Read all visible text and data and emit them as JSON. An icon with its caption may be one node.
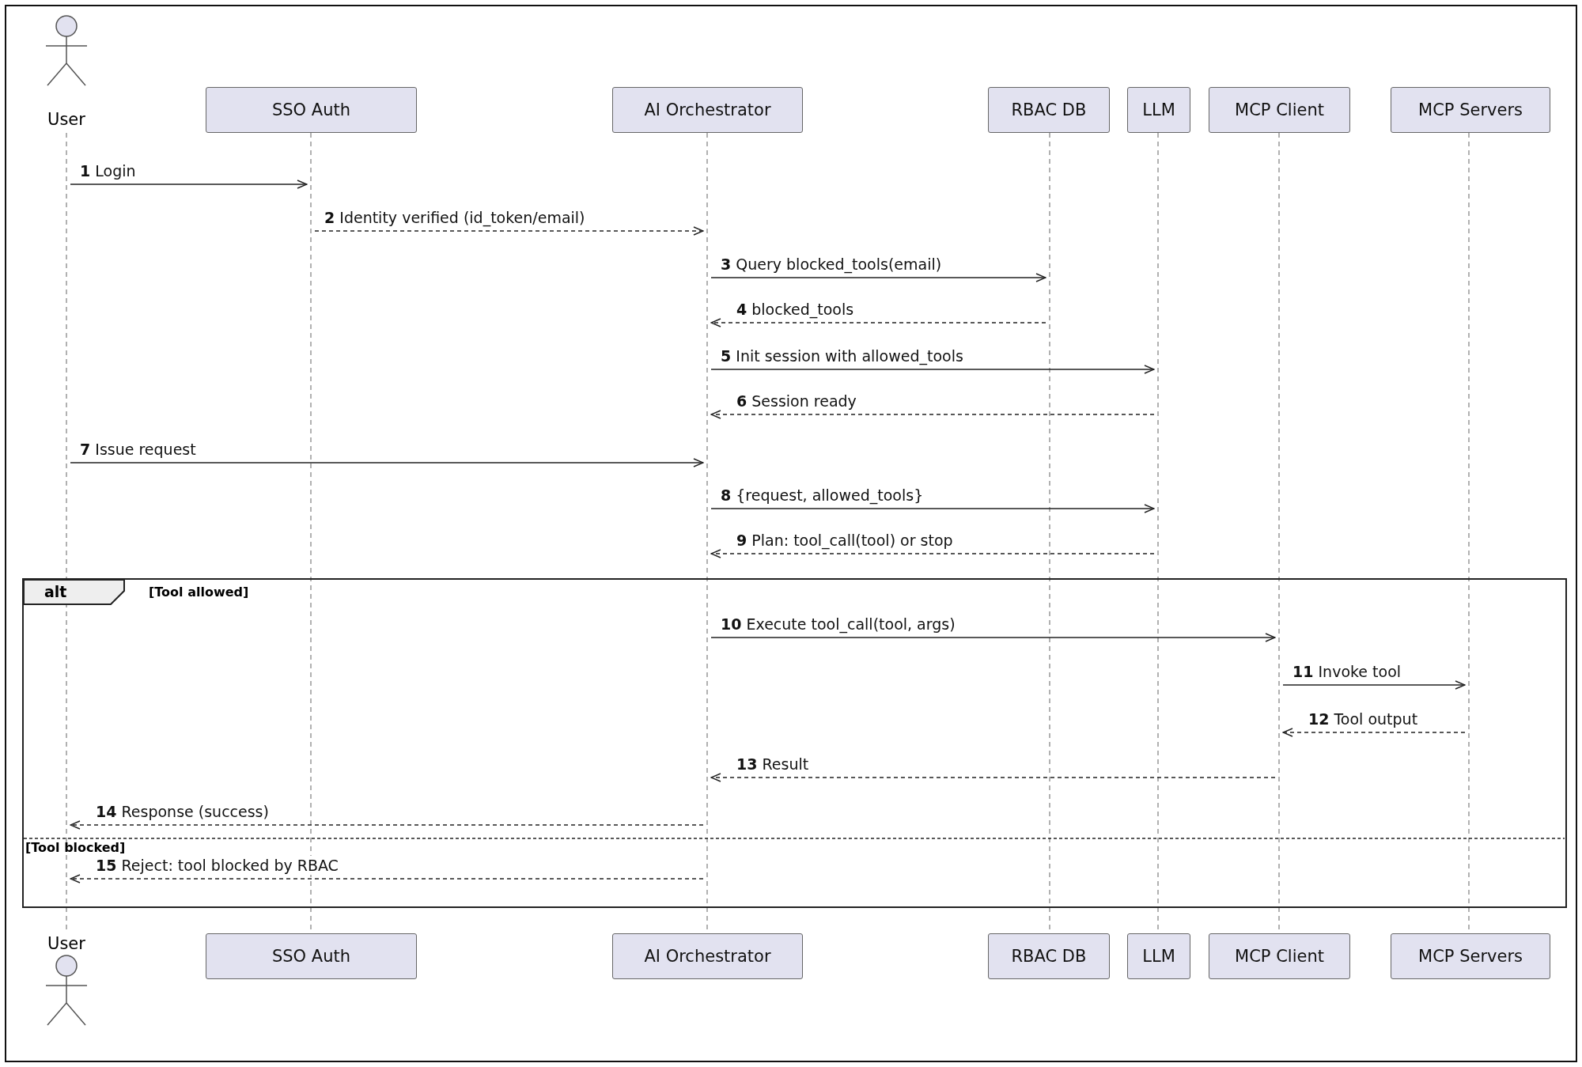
{
  "diagram": {
    "nodes": [
      {
        "text": [
          "User"
        ]
      },
      {
        "text": [
          "SSO Auth"
        ]
      },
      {
        "text": [
          "AI Orchestrator"
        ]
      },
      {
        "text": [
          "RBAC DB"
        ]
      },
      {
        "text": [
          "LLM"
        ]
      },
      {
        "text": [
          "MCP Client"
        ]
      },
      {
        "text": [
          "MCP Servers"
        ]
      },
      {
        "text": [
          "User"
        ]
      },
      {
        "text": [
          "SSO Auth"
        ]
      },
      {
        "text": [
          "AI Orchestrator"
        ]
      },
      {
        "text": [
          "RBAC DB"
        ]
      },
      {
        "text": [
          "LLM"
        ]
      },
      {
        "text": [
          "MCP Client"
        ]
      },
      {
        "text": [
          "MCP Servers"
        ]
      },
      {
        "text": [],
        "shape": "line"
      },
      {
        "text": [],
        "shape": "line"
      },
      {
        "text": [],
        "shape": "line"
      },
      {
        "text": [],
        "shape": "line"
      },
      {
        "text": [],
        "shape": "line"
      },
      {
        "text": [],
        "shape": "line"
      },
      {
        "text": [],
        "shape": "line"
      }
    ],
    "edges": [
      {
        "from": 14,
        "to": 15,
        "arrow": "to",
        "label": "**1** Login"
      },
      {
        "from": 15,
        "to": 16,
        "arrow": "to",
        "label": "**2** Identity verified (id_token/email)",
        "style": "dashed"
      },
      {
        "from": 16,
        "to": 17,
        "arrow": "to",
        "label": "**3** Query blocked_tools(email)"
      },
      {
        "from": 17,
        "to": 16,
        "arrow": "to",
        "label": "**4** blocked_tools",
        "style": "dashed"
      },
      {
        "from": 16,
        "to": 18,
        "arrow": "to",
        "label": "**5** Init session with allowed_tools"
      },
      {
        "from": 18,
        "to": 16,
        "arrow": "to",
        "label": "**6** Session ready",
        "style": "dashed"
      },
      {
        "from": 14,
        "to": 16,
        "arrow": "to",
        "label": "**7** Issue request"
      },
      {
        "from": 16,
        "to": 18,
        "arrow": "to",
        "label": "**8** {request, allowed_tools}"
      },
      {
        "from": 18,
        "to": 16,
        "arrow": "to",
        "label": "**9** Plan: tool_call(tool) or stop",
        "style": "dashed"
      },
      {
        "from": 16,
        "to": 19,
        "arrow": "to",
        "label": "**10** Execute tool_call(tool, args)"
      },
      {
        "from": 19,
        "to": 20,
        "arrow": "to",
        "label": "**11** Invoke tool"
      },
      {
        "from": 20,
        "to": 19,
        "arrow": "to",
        "label": "**12** Tool output",
        "style": "dashed"
      },
      {
        "from": 19,
        "to": 16,
        "arrow": "to",
        "label": "**13** Result",
        "style": "dashed"
      },
      {
        "from": 16,
        "to": 14,
        "arrow": "to",
        "label": "**14** Response (success)",
        "style": "dashed"
      },
      {
        "from": 16,
        "to": 14,
        "arrow": "to",
        "label": "**15** Reject: tool blocked by RBAC",
        "style": "dashed"
      }
    ],
    "labels": [
      "alt",
      "[Tool allowed]",
      "[Tool blocked]"
    ]
  }
}
